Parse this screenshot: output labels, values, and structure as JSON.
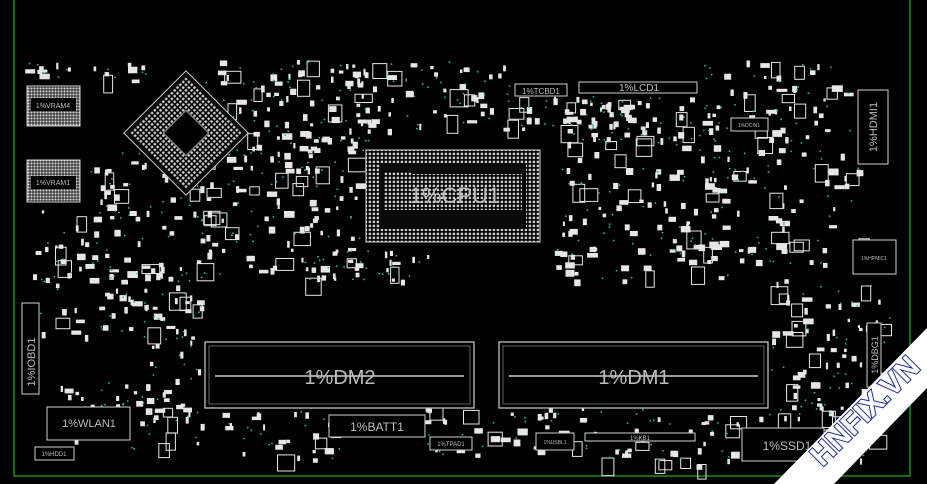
{
  "labels": {
    "cpu": "1%CPU1",
    "dm2": "1%DM2",
    "dm1": "1%DM1",
    "vram4": "1%VRAM4",
    "vram1": "1%VRAM1",
    "wlan": "1%WLAN1",
    "batt": "1%BATT1",
    "ssd": "1%SSD1",
    "hdmi": "1%HDMI1",
    "iobd": "1%IOBD1",
    "lcd": "1%LCD1",
    "tcbd": "1%TCBD1",
    "hdd": "1%HDD1",
    "tpad": "1%TPAD1",
    "kb": "1%KB1",
    "dcin": "1%DCIN1",
    "hpmic": "1%HPMIC1",
    "usbl": "1%USBL1",
    "dbg": "1%DBG1"
  },
  "watermark": "HNFIX.VN",
  "colors": {
    "background": "#000000",
    "border": "#1f8a1f",
    "component": "#e6e6e6",
    "label": "#bdbdbd",
    "via": "#2fb8b0",
    "watermark_band": "#ffffff",
    "watermark_text": "#1e2a8c"
  }
}
